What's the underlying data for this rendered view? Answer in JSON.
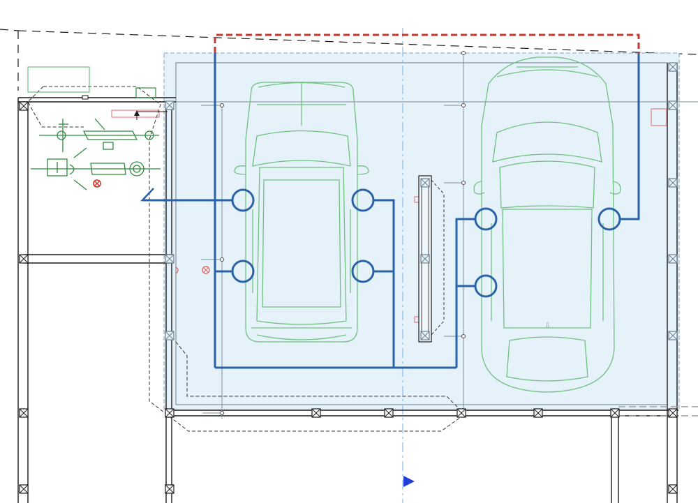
{
  "colors": {
    "background": "#ffffff",
    "structure": "#1a1a1a",
    "floor_fill": "#e6f2fa",
    "floor_border": "#8aa0b0",
    "guide_line": "#7f8c95",
    "vehicle": "#6fbf7f",
    "bicycle": "#2e8b3d",
    "wiring": "#2a62a8",
    "boundary_red": "#c0392b",
    "axis_blue": "#1f3fd8",
    "annotation_red": "#e06666"
  },
  "icons": {
    "column": "column-x-icon",
    "outlet": "outlet-circle-icon",
    "warning": "close-circle-icon",
    "section_marker": "triangle-right-icon",
    "arrow": "arrow-icon"
  },
  "elements": {
    "vehicles": [
      "compact-car",
      "sedan-car"
    ],
    "bicycles": [
      "bicycle-upper",
      "bicycle-lower"
    ],
    "outlet_count": 6,
    "column_count": 24
  }
}
